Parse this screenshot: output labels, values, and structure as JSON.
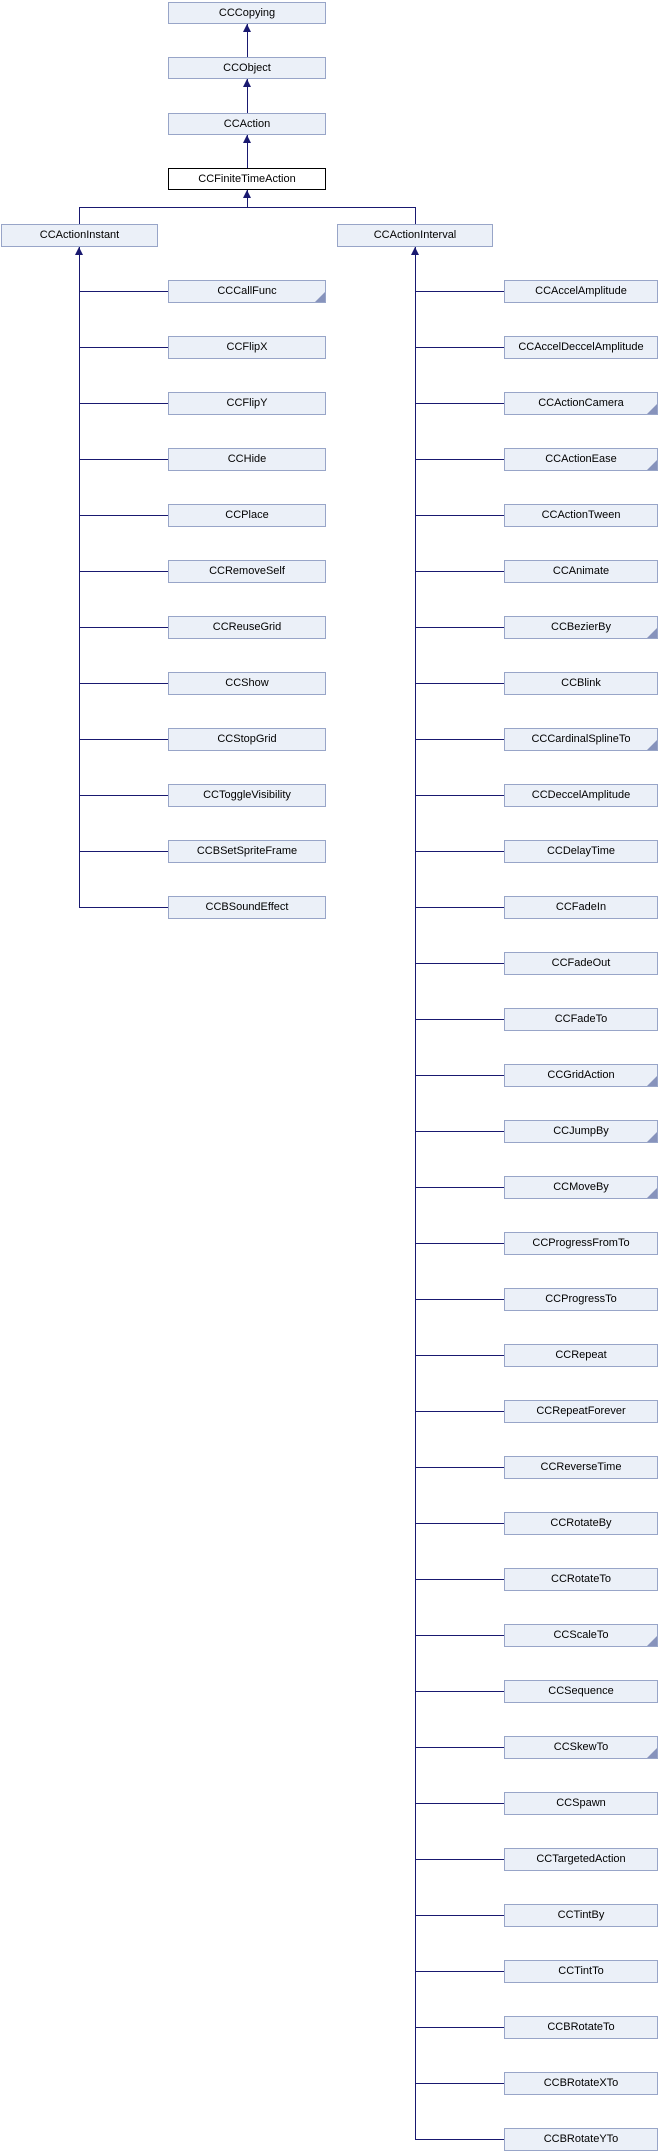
{
  "diagram_type": "class-inheritance-graph",
  "colors": {
    "node_fill": "#ebf0f8",
    "node_border": "#98a5c8",
    "highlight_fill": "#ffffff",
    "highlight_border": "#000000",
    "edge": "#191970",
    "fold_marker": "#8793bc",
    "background": "#ffffff",
    "text": "#000000"
  },
  "ancestors": [
    "CCCopying",
    "CCObject",
    "CCAction"
  ],
  "root": "CCFiniteTimeAction",
  "branches": [
    {
      "parent": "CCActionInstant",
      "children": [
        {
          "label": "CCCallFunc",
          "has_subclasses": true
        },
        {
          "label": "CCFlipX",
          "has_subclasses": false
        },
        {
          "label": "CCFlipY",
          "has_subclasses": false
        },
        {
          "label": "CCHide",
          "has_subclasses": false
        },
        {
          "label": "CCPlace",
          "has_subclasses": false
        },
        {
          "label": "CCRemoveSelf",
          "has_subclasses": false
        },
        {
          "label": "CCReuseGrid",
          "has_subclasses": false
        },
        {
          "label": "CCShow",
          "has_subclasses": false
        },
        {
          "label": "CCStopGrid",
          "has_subclasses": false
        },
        {
          "label": "CCToggleVisibility",
          "has_subclasses": false
        },
        {
          "label": "CCBSetSpriteFrame",
          "has_subclasses": false
        },
        {
          "label": "CCBSoundEffect",
          "has_subclasses": false
        }
      ]
    },
    {
      "parent": "CCActionInterval",
      "children": [
        {
          "label": "CCAccelAmplitude",
          "has_subclasses": false
        },
        {
          "label": "CCAccelDeccelAmplitude",
          "has_subclasses": false
        },
        {
          "label": "CCActionCamera",
          "has_subclasses": true
        },
        {
          "label": "CCActionEase",
          "has_subclasses": true
        },
        {
          "label": "CCActionTween",
          "has_subclasses": false
        },
        {
          "label": "CCAnimate",
          "has_subclasses": false
        },
        {
          "label": "CCBezierBy",
          "has_subclasses": true
        },
        {
          "label": "CCBlink",
          "has_subclasses": false
        },
        {
          "label": "CCCardinalSplineTo",
          "has_subclasses": true
        },
        {
          "label": "CCDeccelAmplitude",
          "has_subclasses": false
        },
        {
          "label": "CCDelayTime",
          "has_subclasses": false
        },
        {
          "label": "CCFadeIn",
          "has_subclasses": false
        },
        {
          "label": "CCFadeOut",
          "has_subclasses": false
        },
        {
          "label": "CCFadeTo",
          "has_subclasses": false
        },
        {
          "label": "CCGridAction",
          "has_subclasses": true
        },
        {
          "label": "CCJumpBy",
          "has_subclasses": true
        },
        {
          "label": "CCMoveBy",
          "has_subclasses": true
        },
        {
          "label": "CCProgressFromTo",
          "has_subclasses": false
        },
        {
          "label": "CCProgressTo",
          "has_subclasses": false
        },
        {
          "label": "CCRepeat",
          "has_subclasses": false
        },
        {
          "label": "CCRepeatForever",
          "has_subclasses": false
        },
        {
          "label": "CCReverseTime",
          "has_subclasses": false
        },
        {
          "label": "CCRotateBy",
          "has_subclasses": false
        },
        {
          "label": "CCRotateTo",
          "has_subclasses": false
        },
        {
          "label": "CCScaleTo",
          "has_subclasses": true
        },
        {
          "label": "CCSequence",
          "has_subclasses": false
        },
        {
          "label": "CCSkewTo",
          "has_subclasses": true
        },
        {
          "label": "CCSpawn",
          "has_subclasses": false
        },
        {
          "label": "CCTargetedAction",
          "has_subclasses": false
        },
        {
          "label": "CCTintBy",
          "has_subclasses": false
        },
        {
          "label": "CCTintTo",
          "has_subclasses": false
        },
        {
          "label": "CCBRotateTo",
          "has_subclasses": false
        },
        {
          "label": "CCBRotateXTo",
          "has_subclasses": false
        },
        {
          "label": "CCBRotateYTo",
          "has_subclasses": false
        }
      ]
    }
  ]
}
